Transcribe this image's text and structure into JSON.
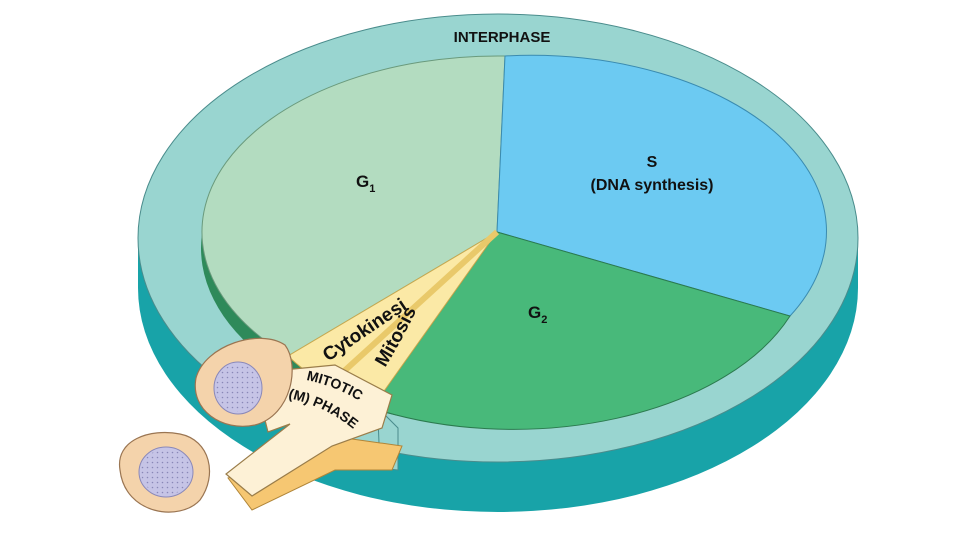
{
  "diagram": {
    "ring_label": "INTERPHASE",
    "phases": {
      "g1": {
        "label": "G",
        "subscript": "1"
      },
      "s": {
        "label_line1": "S",
        "label_line2": "(DNA synthesis)"
      },
      "g2": {
        "label": "G",
        "subscript": "2"
      },
      "mitosis": {
        "label": "Mitosis"
      },
      "cytokinesis": {
        "label": "Cytokinesis"
      },
      "mitotic_phase": {
        "line1": "MITOTIC",
        "line2": "(M) PHASE"
      }
    },
    "colors": {
      "ring_top": "#99d5d0",
      "ring_side": "#18a3a8",
      "g1": "#b3dcc0",
      "s": "#6ccaf2",
      "g2": "#48b97a",
      "mitotic_slice": "#fbe9a6",
      "arrow_top": "#fdf1d6",
      "arrow_side": "#f6c772",
      "cell_body": "#f4d3ab",
      "cell_nucleus": "#c6c4e6"
    }
  }
}
